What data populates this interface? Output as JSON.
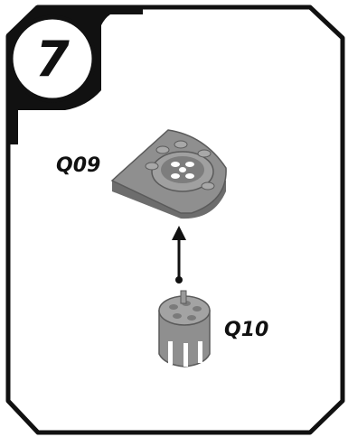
{
  "step": {
    "number": "7"
  },
  "parts": [
    {
      "id": "Q09",
      "label": "Q09",
      "icon": "round-tile-with-hub-icon"
    },
    {
      "id": "Q10",
      "label": "Q10",
      "icon": "hub-connector-icon"
    }
  ],
  "arrow": {
    "direction": "up",
    "icon": "insert-arrow-icon"
  },
  "colors": {
    "frame": "#111111",
    "part_fill": "#8f8f8f",
    "part_light": "#b8b8b8",
    "part_dark": "#6d6d6d",
    "background": "#ffffff"
  }
}
